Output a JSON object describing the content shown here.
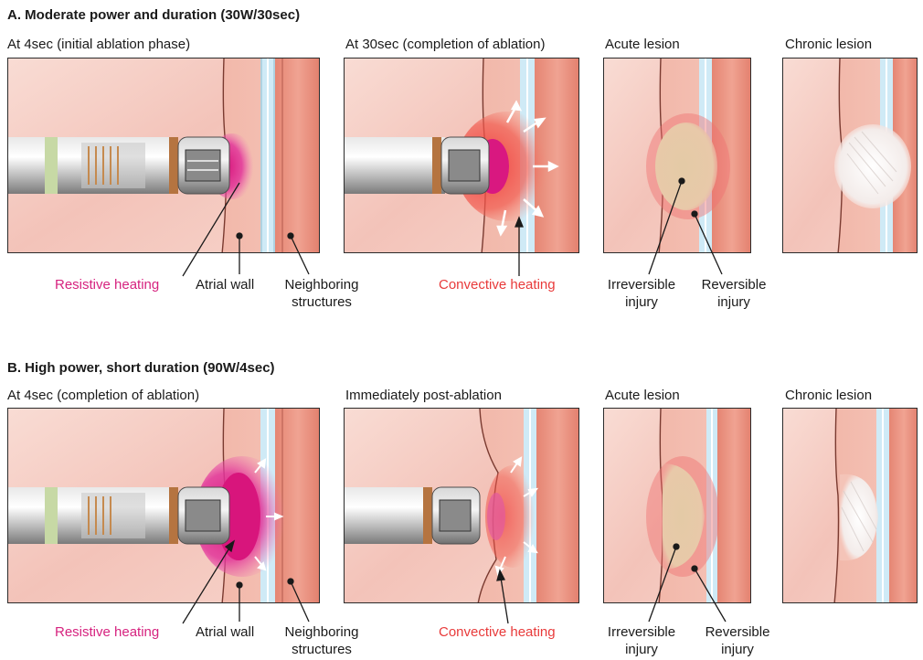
{
  "section_a": {
    "title": "A. Moderate power and duration (30W/30sec)",
    "captions": [
      "At 4sec (initial ablation phase)",
      "At 30sec (completion of ablation)",
      "Acute lesion",
      "Chronic lesion"
    ],
    "labels": {
      "resistive": "Resistive heating",
      "atrial_wall": "Atrial wall",
      "neighboring_1": "Neighboring",
      "neighboring_2": "structures",
      "convective": "Convective heating",
      "irreversible_1": "Irreversible",
      "irreversible_2": "injury",
      "reversible_1": "Reversible",
      "reversible_2": "injury"
    }
  },
  "section_b": {
    "title": "B. High power, short duration (90W/4sec)",
    "captions": [
      "At 4sec (completion of ablation)",
      "Immediately post-ablation",
      "Acute lesion",
      "Chronic lesion"
    ],
    "labels": {
      "resistive": "Resistive heating",
      "atrial_wall": "Atrial wall",
      "neighboring_1": "Neighboring",
      "neighboring_2": "structures",
      "convective": "Convective heating",
      "irreversible_1": "Irreversible",
      "irreversible_2": "injury",
      "reversible_1": "Reversible",
      "reversible_2": "injury"
    }
  },
  "colors": {
    "tissue_light": "#f6cfc6",
    "tissue_muscle": "#e98f7f",
    "membrane_blue": "#bfe3f3",
    "resistive_magenta": "#d6237f",
    "convective_red": "#f04040",
    "lesion_tan": "#e8cfae",
    "scar_white": "#f7f4f2"
  }
}
